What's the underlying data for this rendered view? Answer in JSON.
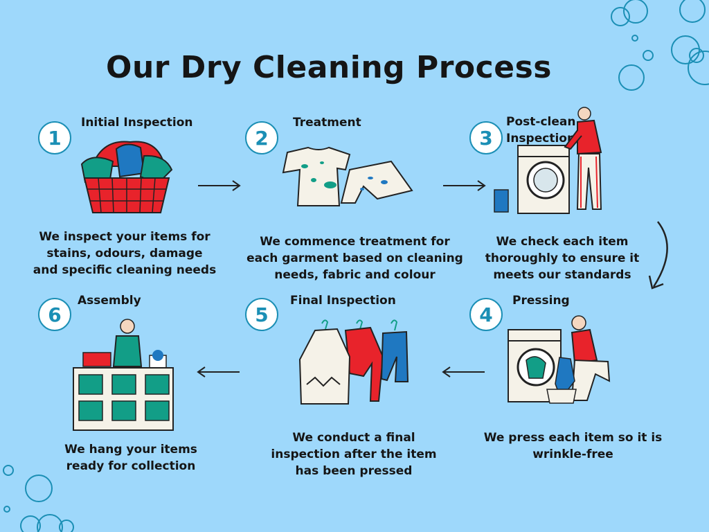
{
  "title": "Our Dry Cleaning Process",
  "steps": [
    {
      "number": "1",
      "title": "Initial Inspection",
      "description": [
        "We inspect your items for",
        "stains, odours, damage",
        "and specific cleaning needs"
      ]
    },
    {
      "number": "2",
      "title": "Treatment",
      "description": [
        "We commence treatment for",
        "each garment based on cleaning",
        "needs, fabric and colour"
      ]
    },
    {
      "number": "3",
      "title": [
        "Post-clean",
        "Inspection"
      ],
      "description": [
        "We check each item",
        "thoroughly to ensure it",
        "meets our standards"
      ]
    },
    {
      "number": "4",
      "title": "Pressing",
      "description": [
        "We press each item so it is",
        "wrinkle-free"
      ]
    },
    {
      "number": "5",
      "title": "Final Inspection",
      "description": [
        "We conduct a final",
        "inspection after the item",
        "has been pressed"
      ]
    },
    {
      "number": "6",
      "title": "Assembly",
      "description": [
        "We hang your items",
        "ready for collection"
      ]
    }
  ],
  "colors": {
    "background": "#9ed8fb",
    "accent": "#1b8fb5",
    "red": "#e8232b",
    "teal": "#129e87",
    "blue": "#1f78c1"
  }
}
